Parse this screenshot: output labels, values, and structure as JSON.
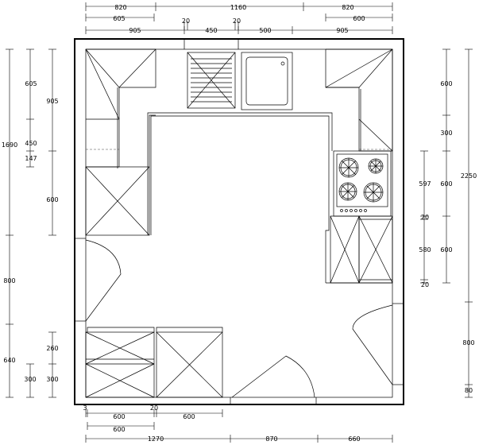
{
  "dimensions": {
    "top": [
      {
        "id": "t1",
        "values": [
          "820",
          "1160",
          "820"
        ]
      },
      {
        "id": "t2",
        "values": [
          "605",
          "20",
          "20",
          "600"
        ]
      },
      {
        "id": "t3",
        "values": [
          "905",
          "450",
          "500",
          "905"
        ]
      }
    ],
    "left": [
      {
        "id": "l1",
        "values": [
          "1690",
          "800",
          "640"
        ]
      },
      {
        "id": "l2",
        "values": [
          "605",
          "450",
          "147",
          "600",
          "260",
          "300",
          "300"
        ]
      }
    ],
    "right": [
      {
        "id": "r1",
        "values": [
          "600",
          "300",
          "600",
          "600"
        ]
      },
      {
        "id": "r2",
        "values": [
          "597",
          "20",
          "580",
          "20"
        ]
      },
      {
        "id": "r3",
        "values": [
          "2250",
          "800",
          "80"
        ]
      }
    ],
    "bottom": [
      {
        "id": "b1",
        "values": [
          "3",
          "600",
          "20",
          "600"
        ]
      },
      {
        "id": "b2",
        "values": [
          "600"
        ]
      },
      {
        "id": "b3",
        "values": [
          "1270",
          "870",
          "660"
        ]
      }
    ]
  }
}
